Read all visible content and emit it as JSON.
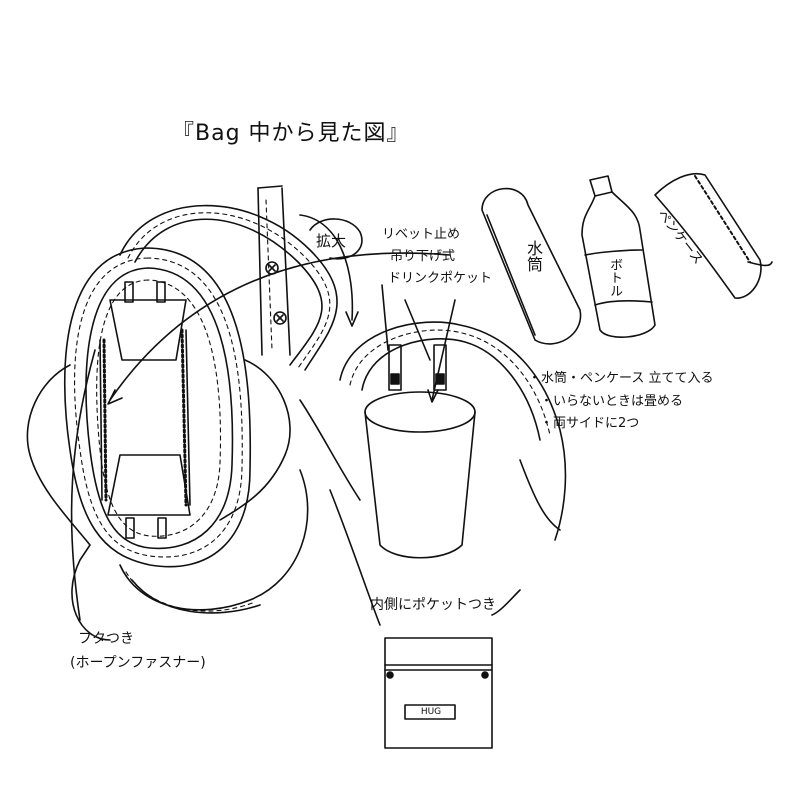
{
  "title": "『Bag 中から見た図』",
  "labels": {
    "zoom": "拡大",
    "rivet": "リベット止め",
    "hanging": "吊り下げ式",
    "drink_pocket": "ドリンクポケット",
    "water_bottle": "水筒",
    "bottle": "ボトル",
    "pen_case": "ペンケース",
    "inner_pocket": "内側にポケットつき",
    "lid_line1": "フタつき",
    "lid_line2": "(ホープンファスナー)"
  },
  "notes": [
    "・水筒・ペンケース 立てて入る",
    "・いらないときは畳める",
    "・両サイドに2つ"
  ],
  "logo": "HUG",
  "colors": {
    "ink": "#111111",
    "paper": "#ffffff"
  }
}
